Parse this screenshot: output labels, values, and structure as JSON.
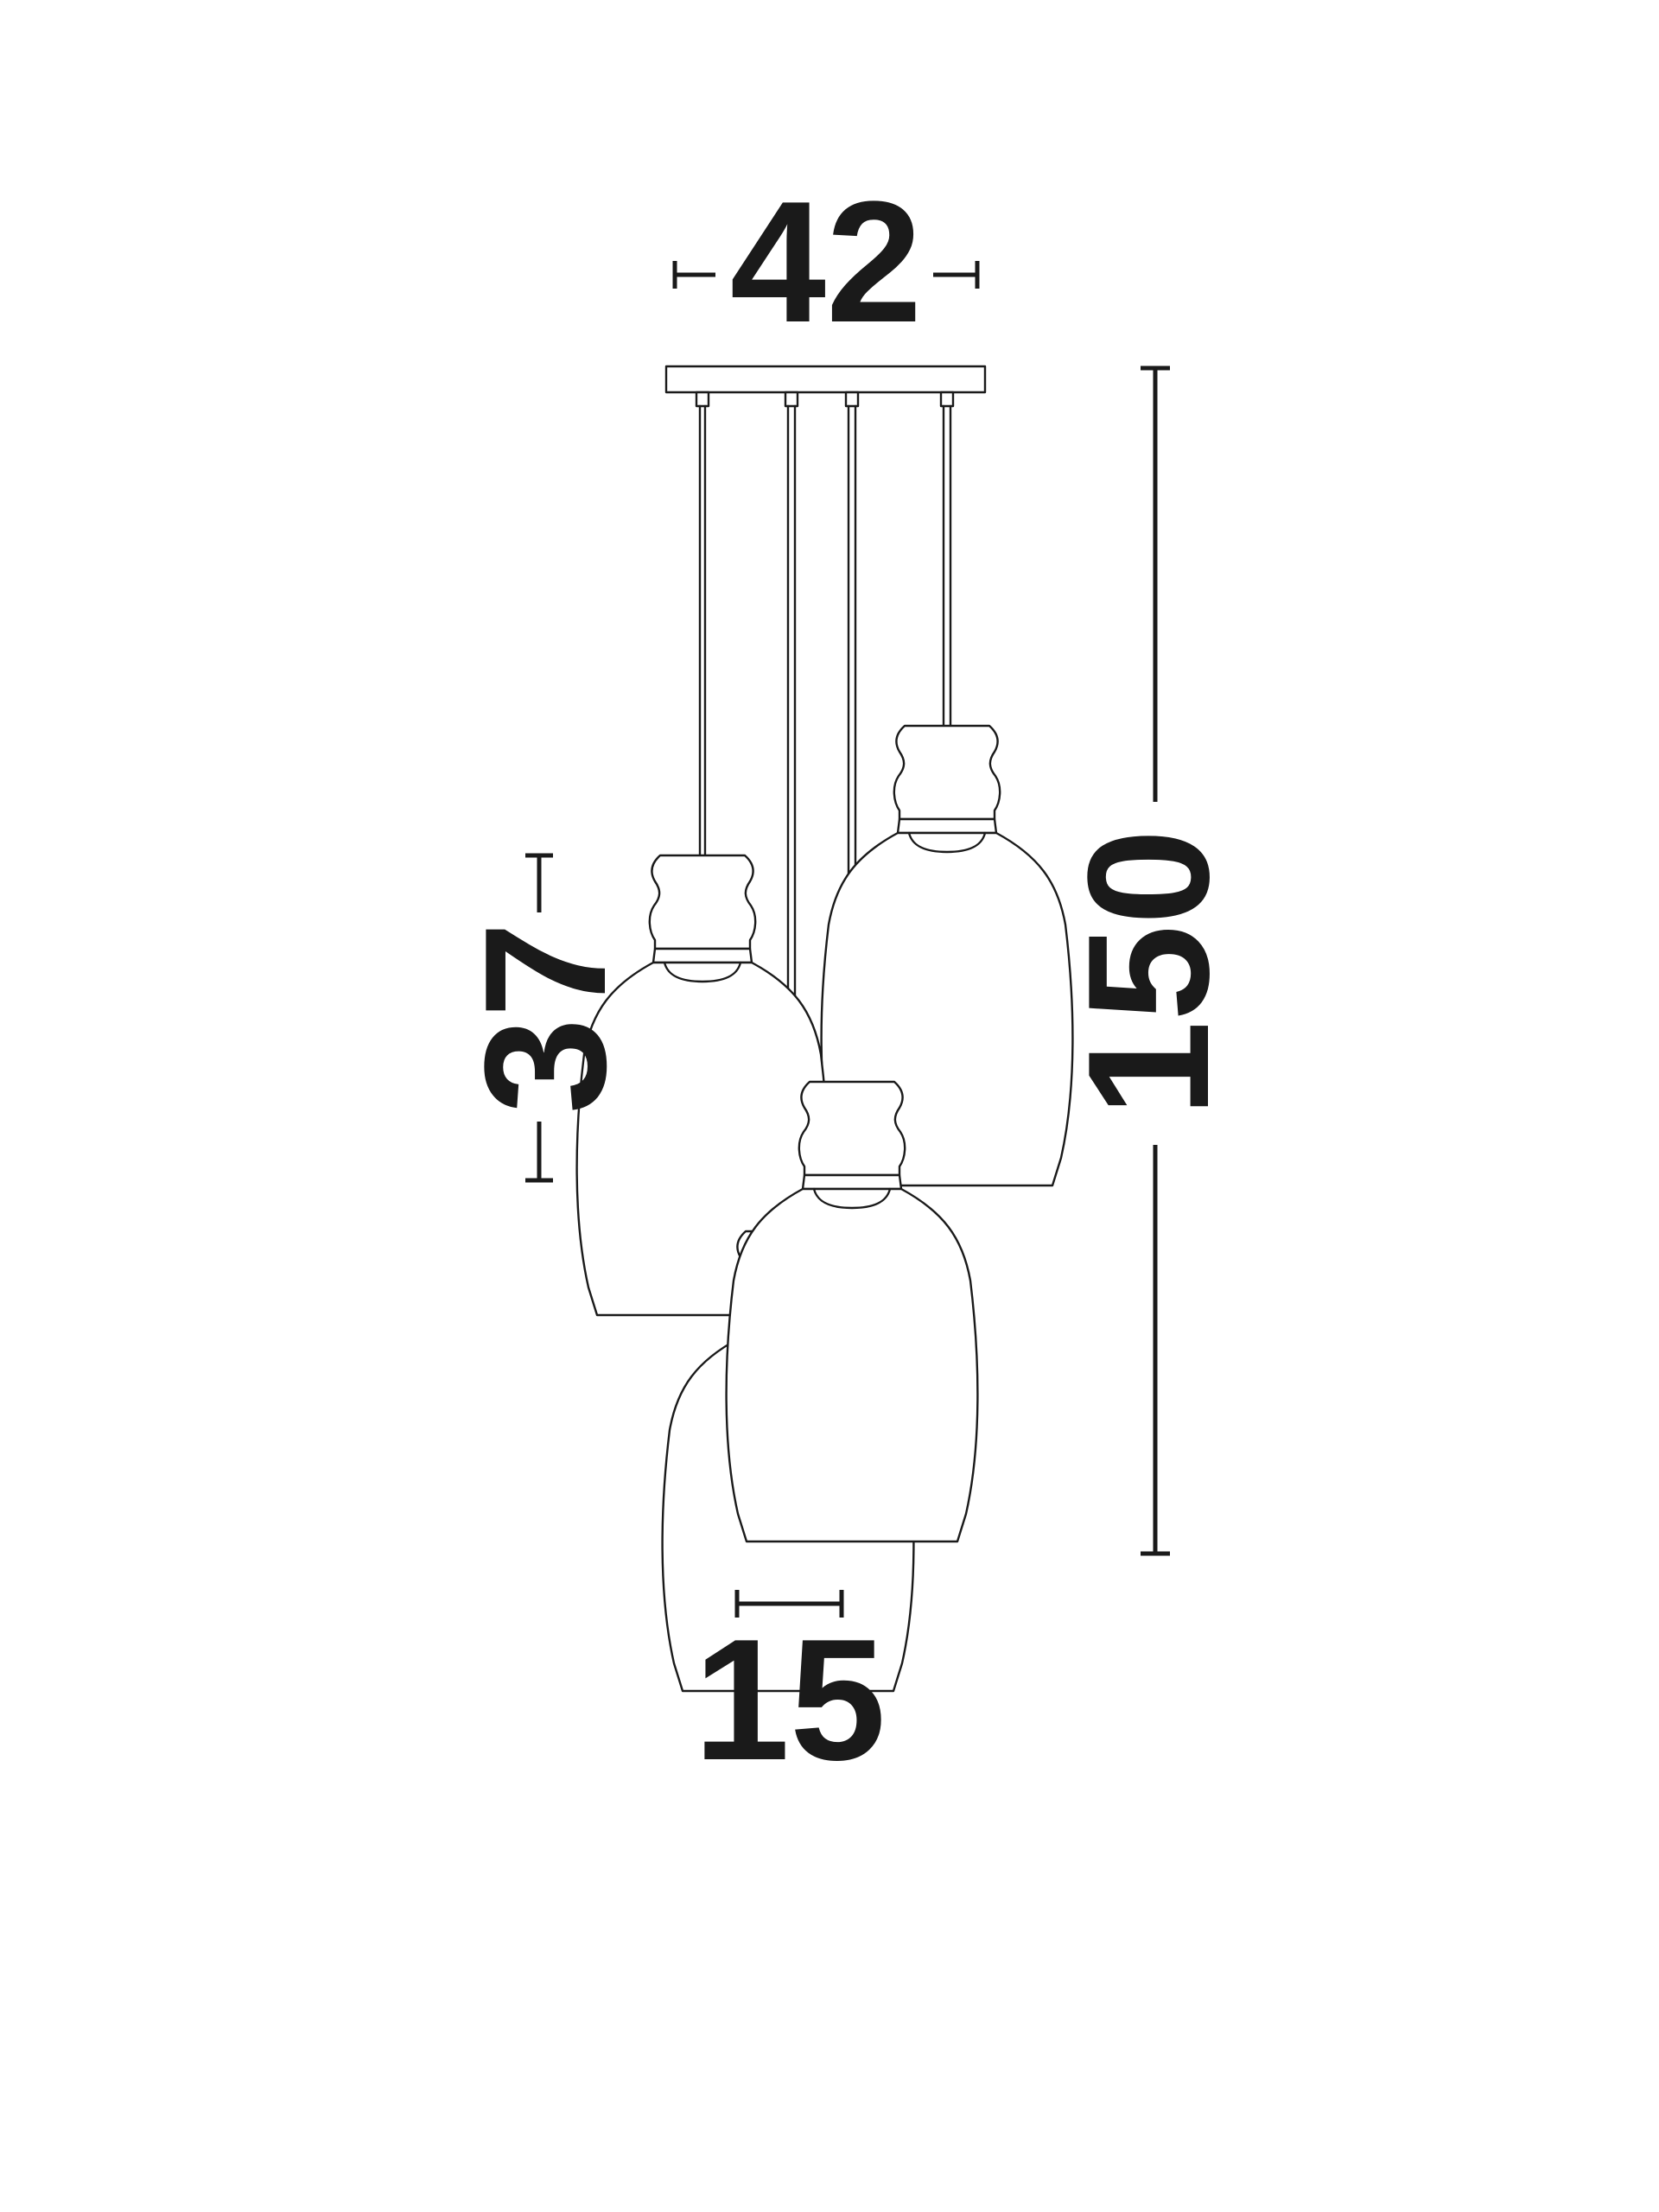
{
  "dimensions": {
    "total_width": "42",
    "total_height": "150",
    "shade_height": "37",
    "shade_diameter": "15"
  },
  "colors": {
    "line": "#1a1a1a",
    "background": "#ffffff"
  },
  "drawing": {
    "subject": "pendant-lamp-4-lights",
    "pendant_count": 4
  }
}
